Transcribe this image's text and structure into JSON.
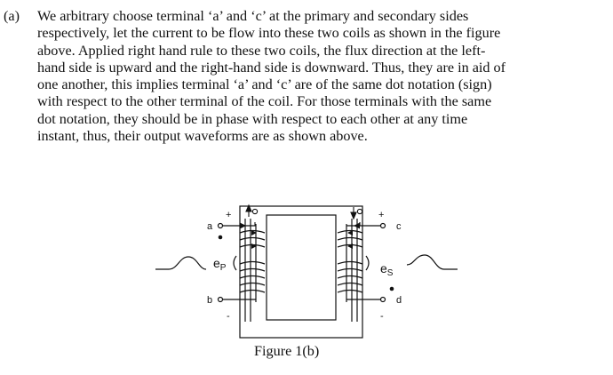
{
  "paragraph": {
    "tag": "(a)",
    "lines": [
      "We arbitrary choose terminal ‘a’ and ‘c’ at the primary and secondary sides",
      "respectively, let the current to be flow into these two coils as shown in the figure",
      "above.  Applied right hand rule to these two coils, the flux direction at the left-",
      "hand side is upward and the right-hand side is downward.  Thus, they are in aid of",
      "one another, this implies terminal ‘a’ and ‘c’ are of the same dot notation (sign)",
      "with respect to the other terminal of the coil.  For those terminals with the same",
      "dot notation, they should be in phase with respect to each other at any time",
      "instant, thus, their output waveforms are as shown above."
    ]
  },
  "figure": {
    "caption": "Figure 1(b)",
    "primary": {
      "top_terminal": "a",
      "bottom_terminal": "b",
      "voltage": "e",
      "voltage_sub": "P",
      "plus": "+",
      "minus": "-"
    },
    "secondary": {
      "top_terminal": "c",
      "bottom_terminal": "d",
      "voltage": "e",
      "voltage_sub": "S",
      "plus": "+",
      "minus": "-"
    },
    "icons": [
      "sine-wave-icon",
      "flux-arrow-icon",
      "dot-marker-icon"
    ]
  }
}
